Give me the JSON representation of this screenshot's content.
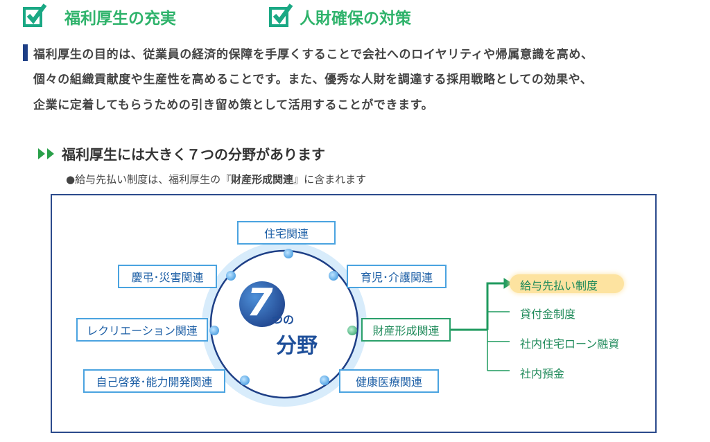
{
  "headings": [
    {
      "label": "福利厚生の充実"
    },
    {
      "label": "人財確保の対策"
    }
  ],
  "paragraph": [
    "福利厚生の目的は、従業員の経済的保障を手厚くすることで会社へのロイヤリティや帰属意識を高め、",
    "個々の組織貢献度や生産性を高めることです。また、優秀な人財を調達する採用戦略としての効果や、",
    "企業に定着してもらうための引き留め策として活用することができます。"
  ],
  "section_title": "福利厚生には大きく７つの分野があります",
  "note": {
    "prefix": "●給与先払い制度は、福利厚生の『",
    "bold": "財産形成関連",
    "suffix": "』に含まれます"
  },
  "diagram": {
    "center": {
      "number": "7",
      "small": "つの",
      "big": "分野"
    },
    "areas": [
      "住宅関連",
      "育児･介護関連",
      "財産形成関連",
      "健康医療関連",
      "自己啓発･能力開発関連",
      "レクリエーション関連",
      "慶弔･災害関連"
    ],
    "sub_items": [
      "給与先払い制度",
      "貸付金制度",
      "社内住宅ローン融資",
      "社内預金"
    ],
    "colors": {
      "blue": "#1d5fa6",
      "green": "#2aa06a",
      "highlight": "#fde3a0"
    }
  }
}
